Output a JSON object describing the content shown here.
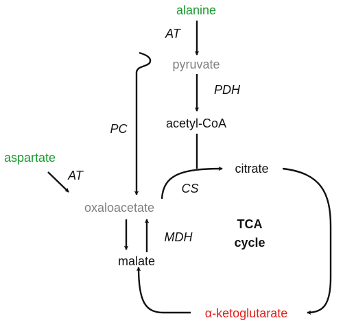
{
  "colors": {
    "ink": "#111111",
    "grey_metabolite": "#808080",
    "green_metabolite": "#1a9a2e",
    "red_metabolite": "#e0201b"
  },
  "metabolites": {
    "alanine": "alanine",
    "pyruvate": "pyruvate",
    "acetyl_coa": "acetyl-CoA",
    "aspartate": "aspartate",
    "citrate": "citrate",
    "oxaloacetate": "oxaloacetate",
    "malate": "malate",
    "alpha_ketoglutarate": "α-ketoglutarate"
  },
  "enzymes": {
    "at_top": "AT",
    "pdh": "PDH",
    "pc": "PC",
    "at_left": "AT",
    "cs": "CS",
    "mdh": "MDH"
  },
  "cycle_label": {
    "line1": "TCA",
    "line2": "cycle"
  }
}
